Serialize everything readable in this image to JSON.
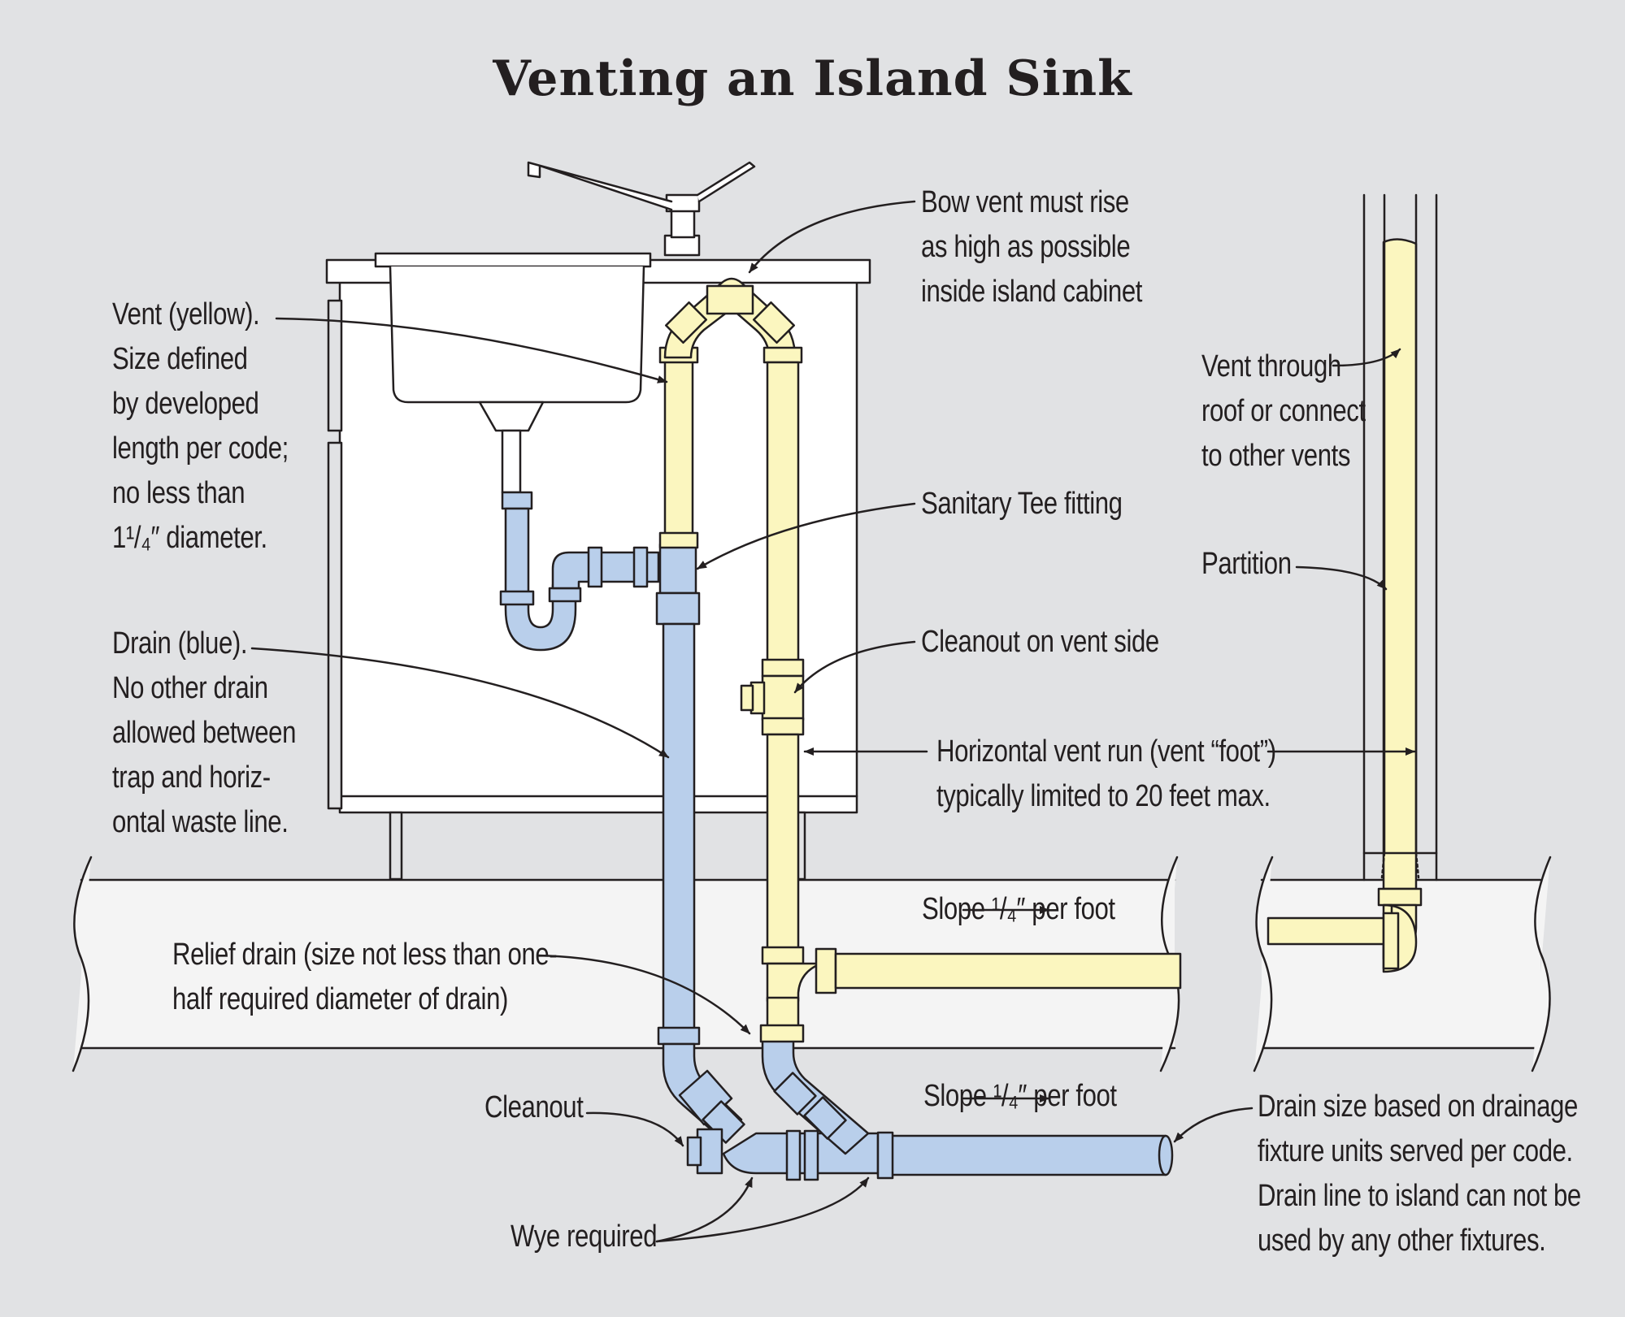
{
  "title": "Venting an Island Sink",
  "labels": {
    "vent": "Vent (yellow).\nSize defined\nby developed\nlength per code;\nno less than\n1¹/₄″ diameter.",
    "drain": "Drain (blue).\nNo other drain\nallowed between\ntrap and horiz-\nontal waste line.",
    "bow_vent": "Bow vent must rise\nas high as possible\ninside island cabinet",
    "sanitary_tee": "Sanitary Tee fitting",
    "cleanout_vent": "Cleanout on vent side",
    "horizontal_vent": "Horizontal vent run (vent “foot”)\ntypically limited to 20 feet max.",
    "vent_through": "Vent through\nroof or connect\nto other vents",
    "partition": "Partition",
    "slope_upper": "Slope ¹/₄″ per foot",
    "slope_lower": "Slope ¹/₄″ per foot",
    "relief_drain": "Relief drain (size not less than one-\nhalf required diameter of drain)",
    "cleanout": "Cleanout",
    "wye": "Wye required",
    "drain_size": "Drain size based on drainage\nfixture units served per code.\nDrain line to island can not be\nused by any other fixtures."
  },
  "colors": {
    "background": "#e1e2e4",
    "vent_pipe": "#fbf6bf",
    "drain_pipe": "#b9cfeb",
    "line": "#231f20",
    "floor": "#f4f4f4"
  }
}
